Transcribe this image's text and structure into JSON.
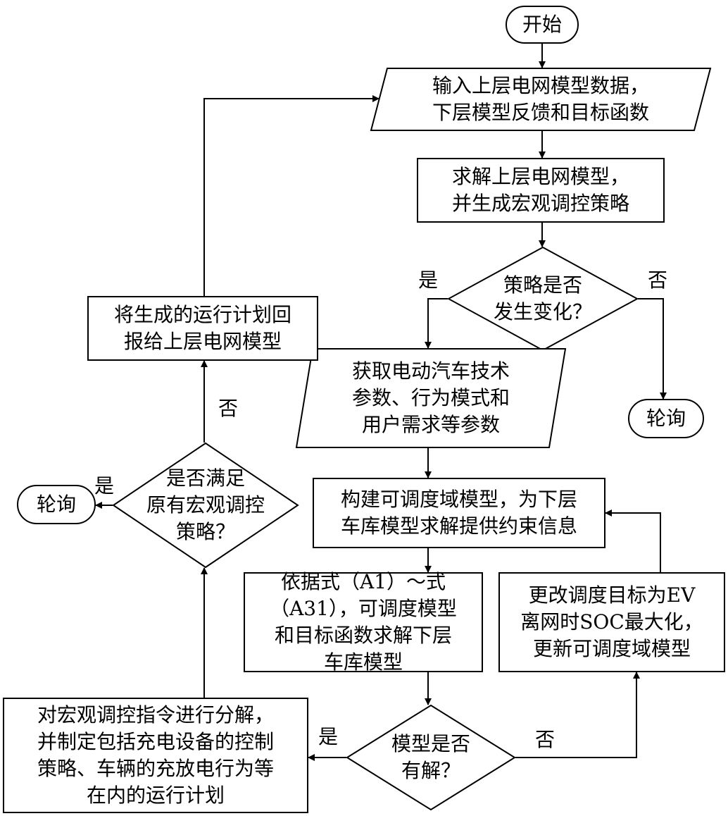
{
  "nodes": {
    "start": {
      "lines": [
        "开始"
      ]
    },
    "input_upper": {
      "lines": [
        "输入上层电网模型数据，",
        "下层模型反馈和目标函数"
      ]
    },
    "solve_upper": {
      "lines": [
        "求解上层电网模型，",
        "并生成宏观调控策略"
      ]
    },
    "strategy_changed": {
      "lines": [
        "策略是否",
        "发生变化？"
      ]
    },
    "poll_right": {
      "lines": [
        "轮询"
      ]
    },
    "get_ev_params": {
      "lines": [
        "获取电动汽车技术",
        "参数、行为模式和",
        "用户需求等参数"
      ]
    },
    "build_domain": {
      "lines": [
        "构建可调度域模型，为下层",
        "车库模型求解提供约束信息"
      ]
    },
    "solve_lower": {
      "lines": [
        "依据式（A1）～式",
        "（A31），可调度模型",
        "和目标函数求解下层",
        "车库模型"
      ]
    },
    "update_target": {
      "lines": [
        "更改调度目标为EV",
        "离网时SOC最大化，",
        "更新可调度域模型"
      ]
    },
    "has_solution": {
      "lines": [
        "模型是否",
        "有解？"
      ]
    },
    "decompose": {
      "lines": [
        "对宏观调控指令进行分解，",
        "并制定包括充电设备的控制",
        "策略、车辆的充放电行为等",
        "在内的运行计划"
      ]
    },
    "satisfy_original": {
      "lines": [
        "是否满足",
        "原有宏观调控",
        "策略？"
      ]
    },
    "poll_left": {
      "lines": [
        "轮询"
      ]
    },
    "report_plan": {
      "lines": [
        "将生成的运行计划回",
        "报给上层电网模型"
      ]
    }
  },
  "edge_labels": {
    "strategy_yes": "是",
    "strategy_no": "否",
    "solution_yes": "是",
    "solution_no": "否",
    "satisfy_yes": "是",
    "satisfy_no": "否"
  },
  "colors": {
    "stroke": "#000000",
    "text": "#000000",
    "background": "#ffffff"
  }
}
